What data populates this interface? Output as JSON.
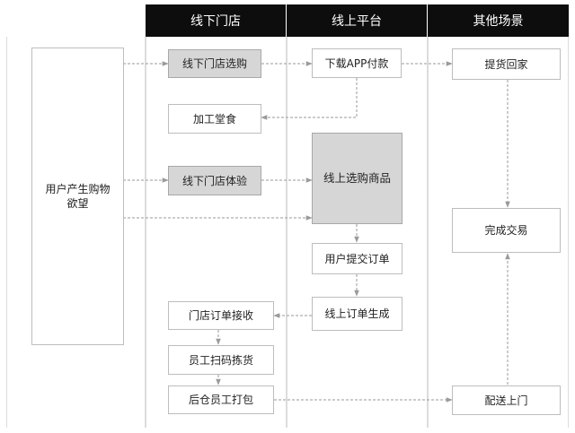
{
  "lanes": {
    "offline_store": "线下门店",
    "online_platform": "线上平台",
    "other_scenarios": "其他场景"
  },
  "nodes": {
    "user_desire": "用户产生购物欲望",
    "store_selection": "线下门店选购",
    "processing_dining": "加工堂食",
    "store_experience": "线下门店体验",
    "store_order_receive": "门店订单接收",
    "staff_scan_pick": "员工扫码拣货",
    "warehouse_pack": "后仓员工打包",
    "download_app_pay": "下载APP付款",
    "online_select_goods": "线上选购商品",
    "user_submit_order": "用户提交订单",
    "online_order_created": "线上订单生成",
    "pickup_home": "提货回家",
    "complete_transaction": "完成交易",
    "delivery_door": "配送上门"
  },
  "colors": {
    "header_bg": "#0d0d0d",
    "grey_node": "#d6d6d6",
    "arrow": "#999999"
  }
}
